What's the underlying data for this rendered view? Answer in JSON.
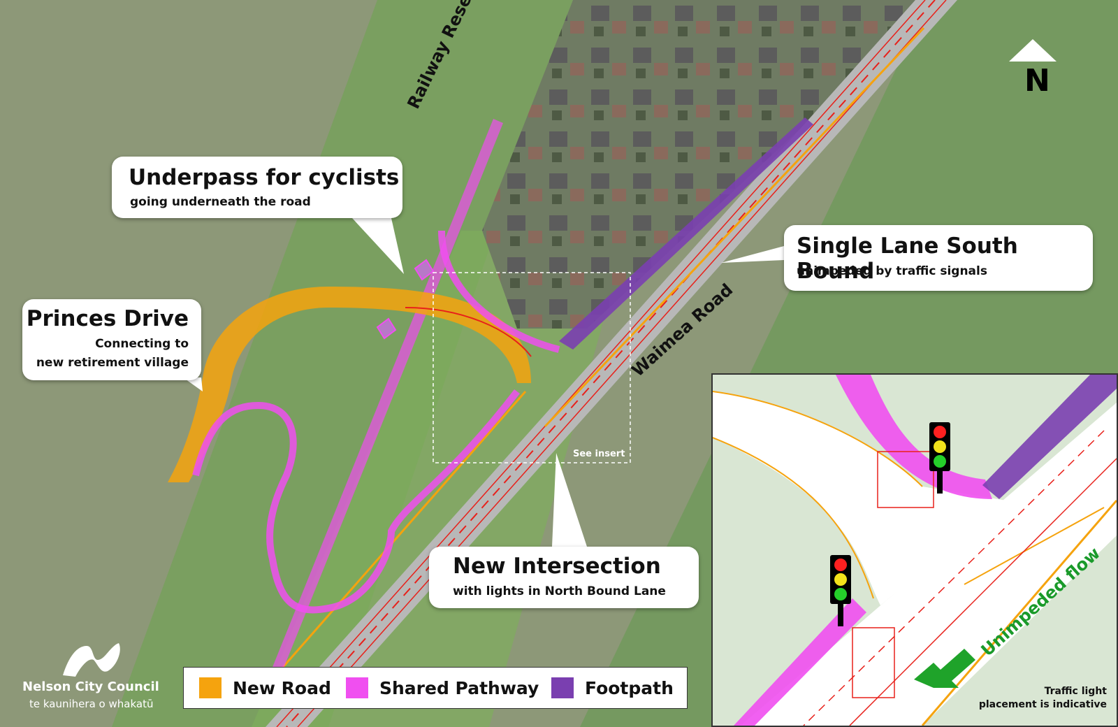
{
  "callouts": {
    "underpass": {
      "title": "Underpass for cyclists",
      "subtitle": "going underneath the road"
    },
    "princes": {
      "title": "Princes Drive",
      "subtitle_line1": "Connecting to",
      "subtitle_line2": "new retirement village"
    },
    "single_lane": {
      "title": "Single Lane South Bound",
      "subtitle": "unimpeded by traffic signals"
    },
    "intersection": {
      "title": "New Intersection",
      "subtitle": "with lights in North Bound Lane"
    }
  },
  "map_labels": {
    "railway_reserve": "Railway Reserve",
    "waimea_road": "Waimea Road",
    "see_insert": "See insert",
    "north": "N"
  },
  "insert": {
    "unimpeded_flow": "Unimpeded flow",
    "note_line1": "Traffic light",
    "note_line2": "placement is indicative"
  },
  "legend": {
    "items": [
      {
        "label": "New Road",
        "color": "#f5a30e"
      },
      {
        "label": "Shared Pathway",
        "color": "#f04ff0"
      },
      {
        "label": "Footpath",
        "color": "#7a3fb0"
      }
    ]
  },
  "logo": {
    "name": "Nelson City Council",
    "tagline": "te kaunihera o whakatū"
  },
  "colors": {
    "new_road": "#f5a30e",
    "shared_pathway": "#f04ff0",
    "footpath": "#7a3fb0",
    "lane_markings": "#e8201a",
    "signal_green": "#1fa32a"
  },
  "icons": [
    "north-arrow-icon",
    "traffic-light-icon",
    "flow-arrow-icon",
    "nelson-logo-icon"
  ]
}
